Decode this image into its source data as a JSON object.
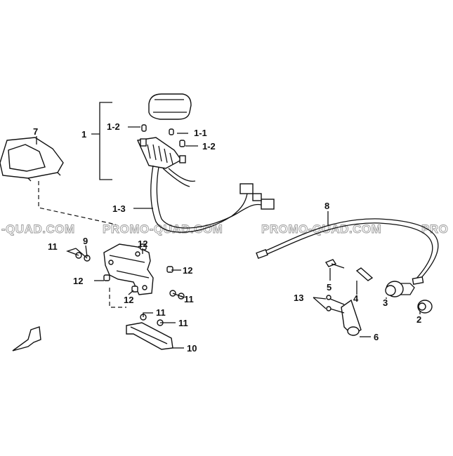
{
  "diagram": {
    "watermark": [
      "-QUAD.COM",
      "PROMO-QUAD.COM",
      "PROMO-QUAD.COM",
      "PROMO-QUAD.COM",
      "PRO"
    ],
    "labels": {
      "p1": "1",
      "p1_1": "1-1",
      "p1_2a": "1-2",
      "p1_2b": "1-2",
      "p1_3": "1-3",
      "p2": "2",
      "p3": "3",
      "p4": "4",
      "p5": "5",
      "p6": "6",
      "p7": "7",
      "p8": "8",
      "p9": "9",
      "p10": "10",
      "p11a": "11",
      "p11b": "11",
      "p11c": "11",
      "p11d": "11",
      "p12a": "12",
      "p12b": "12",
      "p12c": "12",
      "p12d": "12",
      "p13": "13"
    }
  }
}
